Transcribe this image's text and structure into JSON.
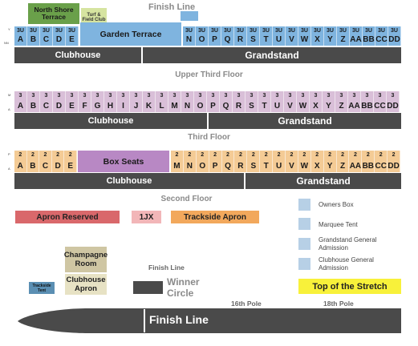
{
  "colors": {
    "field": "#7fb4df",
    "upper": "#d9bfd8",
    "third": "#f4cb95",
    "box_seats": "#b888c4",
    "dark": "#4a4a4a",
    "green": "#6aa04a",
    "light_green": "#d6e4a0",
    "apron_reserved": "#d9686b",
    "jx": "#f2b6b8",
    "trackside_apron": "#f2a85c",
    "champagne": "#cfc6a3",
    "clubhouse_apron": "#e7e2c4",
    "trackside_tent": "#5b8fb3",
    "stretch": "#f8f13a",
    "legend": "#b7d0e6",
    "floor_label": "#8a8a8a"
  },
  "top": {
    "finish_line": "Finish Line",
    "north_shore": "North Shore Terrace",
    "turf_club": "Turf & Field Club",
    "garden_terrace": "Garden Terrace",
    "row_marker_top": "Y",
    "row_marker_bottom": "NN",
    "left_sections": [
      {
        "top": "3U",
        "letter": "A"
      },
      {
        "top": "3U",
        "letter": "B"
      },
      {
        "top": "3U",
        "letter": "C"
      },
      {
        "top": "3U",
        "letter": "D"
      },
      {
        "top": "3U",
        "letter": "E"
      }
    ],
    "right_sections": [
      {
        "top": "3U",
        "letter": "N"
      },
      {
        "top": "3U",
        "letter": "O"
      },
      {
        "top": "3U",
        "letter": "P"
      },
      {
        "top": "3U",
        "letter": "Q"
      },
      {
        "top": "3U",
        "letter": "R"
      },
      {
        "top": "3U",
        "letter": "S"
      },
      {
        "top": "3U",
        "letter": "T"
      },
      {
        "top": "3U",
        "letter": "U"
      },
      {
        "top": "3U",
        "letter": "V"
      },
      {
        "top": "3U",
        "letter": "W"
      },
      {
        "top": "3U",
        "letter": "X"
      },
      {
        "top": "3U",
        "letter": "Y"
      },
      {
        "top": "3U",
        "letter": "Z"
      },
      {
        "top": "3U",
        "letter": "AA"
      },
      {
        "top": "3U",
        "letter": "BB"
      },
      {
        "top": "3U",
        "letter": "CC"
      },
      {
        "top": "3U",
        "letter": "DD"
      }
    ],
    "clubhouse": "Clubhouse",
    "grandstand": "Grandstand"
  },
  "upper": {
    "title": "Upper Third Floor",
    "row_marker_top": "M",
    "row_marker_bottom": "A",
    "sections": [
      {
        "top": "3",
        "letter": "A"
      },
      {
        "top": "3",
        "letter": "B"
      },
      {
        "top": "3",
        "letter": "C"
      },
      {
        "top": "3",
        "letter": "D"
      },
      {
        "top": "3",
        "letter": "E"
      },
      {
        "top": "3",
        "letter": "F"
      },
      {
        "top": "3",
        "letter": "G"
      },
      {
        "top": "3",
        "letter": "H"
      },
      {
        "top": "3",
        "letter": "I"
      },
      {
        "top": "3",
        "letter": "J"
      },
      {
        "top": "3",
        "letter": "K"
      },
      {
        "top": "3",
        "letter": "L"
      },
      {
        "top": "3",
        "letter": "M"
      },
      {
        "top": "3",
        "letter": "N"
      },
      {
        "top": "3",
        "letter": "O"
      },
      {
        "top": "3",
        "letter": "P"
      },
      {
        "top": "3",
        "letter": "Q"
      },
      {
        "top": "3",
        "letter": "R"
      },
      {
        "top": "3",
        "letter": "S"
      },
      {
        "top": "3",
        "letter": "T"
      },
      {
        "top": "3",
        "letter": "U"
      },
      {
        "top": "3",
        "letter": "V"
      },
      {
        "top": "3",
        "letter": "W"
      },
      {
        "top": "3",
        "letter": "X"
      },
      {
        "top": "3",
        "letter": "Y"
      },
      {
        "top": "3",
        "letter": "Z"
      },
      {
        "top": "3",
        "letter": "AA"
      },
      {
        "top": "3",
        "letter": "BB"
      },
      {
        "top": "3",
        "letter": "CC"
      },
      {
        "top": "3",
        "letter": "DD"
      }
    ],
    "clubhouse": "Clubhouse",
    "grandstand": "Grandstand"
  },
  "third": {
    "title": "Third Floor",
    "row_marker_top": "P",
    "row_marker_bottom": "A",
    "left_sections": [
      {
        "top": "2",
        "letter": "A"
      },
      {
        "top": "2",
        "letter": "B"
      },
      {
        "top": "2",
        "letter": "C"
      },
      {
        "top": "2",
        "letter": "D"
      },
      {
        "top": "2",
        "letter": "E"
      }
    ],
    "box_seats": "Box Seats",
    "right_sections": [
      {
        "top": "2",
        "letter": "M"
      },
      {
        "top": "2",
        "letter": "N"
      },
      {
        "top": "2",
        "letter": "O"
      },
      {
        "top": "2",
        "letter": "P"
      },
      {
        "top": "2",
        "letter": "Q"
      },
      {
        "top": "2",
        "letter": "R"
      },
      {
        "top": "2",
        "letter": "S"
      },
      {
        "top": "2",
        "letter": "T"
      },
      {
        "top": "2",
        "letter": "U"
      },
      {
        "top": "2",
        "letter": "V"
      },
      {
        "top": "2",
        "letter": "W"
      },
      {
        "top": "2",
        "letter": "X"
      },
      {
        "top": "2",
        "letter": "Y"
      },
      {
        "top": "2",
        "letter": "Z"
      },
      {
        "top": "2",
        "letter": "AA"
      },
      {
        "top": "2",
        "letter": "BB"
      },
      {
        "top": "2",
        "letter": "CC"
      },
      {
        "top": "2",
        "letter": "DD"
      }
    ],
    "clubhouse": "Clubhouse",
    "grandstand": "Grandstand"
  },
  "second": {
    "title": "Second Floor",
    "apron_reserved": "Apron Reserved",
    "jx": "1JX",
    "trackside_apron": "Trackside Apron"
  },
  "legend": [
    {
      "label": "Owners Box"
    },
    {
      "label": "Marquee Tent"
    },
    {
      "label": "Grandstand General Admission"
    },
    {
      "label": "Clubhouse General Admission"
    }
  ],
  "lower": {
    "champagne_room": "Champagne Room",
    "clubhouse_apron": "Clubhouse Apron",
    "trackside_tent": "Trackside Tent",
    "finish_line_small": "Finish Line",
    "winner_circle": "Winner Circle",
    "top_of_stretch": "Top of the Stretch",
    "pole_16": "16th Pole",
    "pole_18": "18th Pole",
    "finish_line_track": "Finish Line"
  }
}
